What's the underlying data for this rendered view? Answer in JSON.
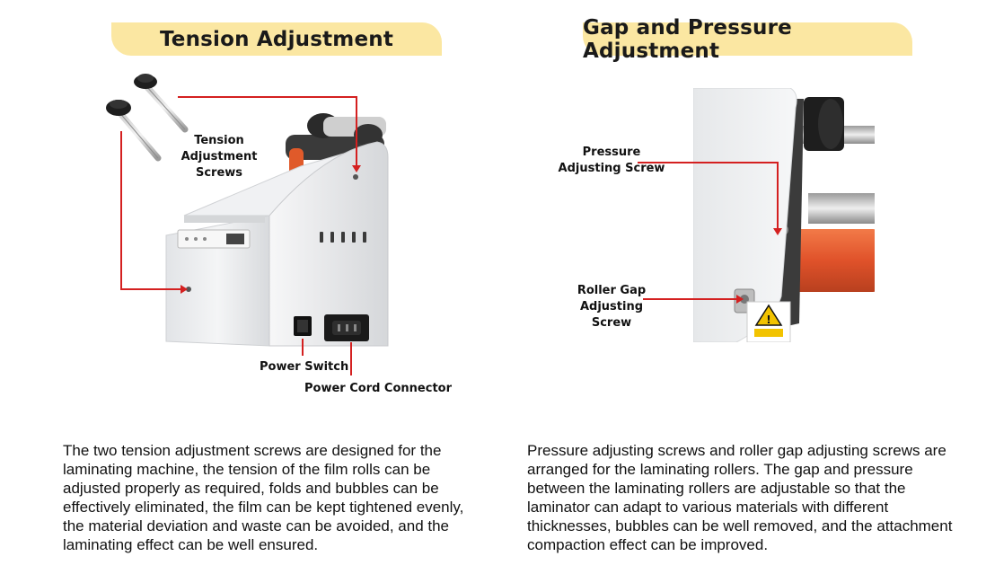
{
  "left_section": {
    "title": "Tension Adjustment",
    "labels": {
      "tension_screws": "Tension Adjustment Screws",
      "power_switch": "Power Switch",
      "power_cord_connector": "Power Cord Connector"
    },
    "description": "The two tension adjustment screws are designed for the laminating machine, the tension of the film rolls can be adjusted properly as required, folds and bubbles can be effectively eliminated, the film can be kept tightened evenly, the material deviation and waste can be avoided, and the laminating effect can be well ensured."
  },
  "right_section": {
    "title": "Gap and Pressure Adjustment",
    "labels": {
      "pressure_screw": "Pressure Adjusting Screw",
      "roller_gap_screw": "Roller Gap Adjusting Screw"
    },
    "description": "Pressure adjusting screws and roller gap adjusting screws are arranged for the laminating rollers. The gap and pressure between the laminating rollers are adjustable so that the laminator can adapt to various materials with different thicknesses, bubbles can be well removed, and the attachment compaction effect can be improved."
  },
  "colors": {
    "heading_bg": "#fbe7a2",
    "callout_line": "#d42020",
    "machine_body": "#eceef0",
    "roller": "#e05a2a"
  },
  "icons": [
    "tension-screw-knob-icon",
    "power-switch-icon",
    "power-socket-icon",
    "warning-triangle-icon"
  ]
}
